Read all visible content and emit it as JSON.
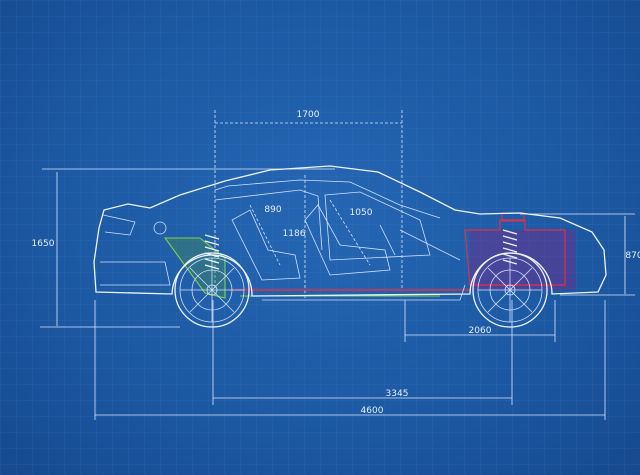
{
  "dimensions": {
    "cabin_length": "1700",
    "rear_headroom": "890",
    "front_headroom": "1050",
    "interior_height": "1186",
    "overall_height": "1650",
    "front_height": "870",
    "front_overhang": "2060",
    "wheelbase": "3345",
    "overall_length": "4600"
  },
  "colors": {
    "background": "#1c58a2",
    "lines": "#eef4ff",
    "engine": "#e0304a",
    "rear_suspension": "#7fd04a"
  }
}
